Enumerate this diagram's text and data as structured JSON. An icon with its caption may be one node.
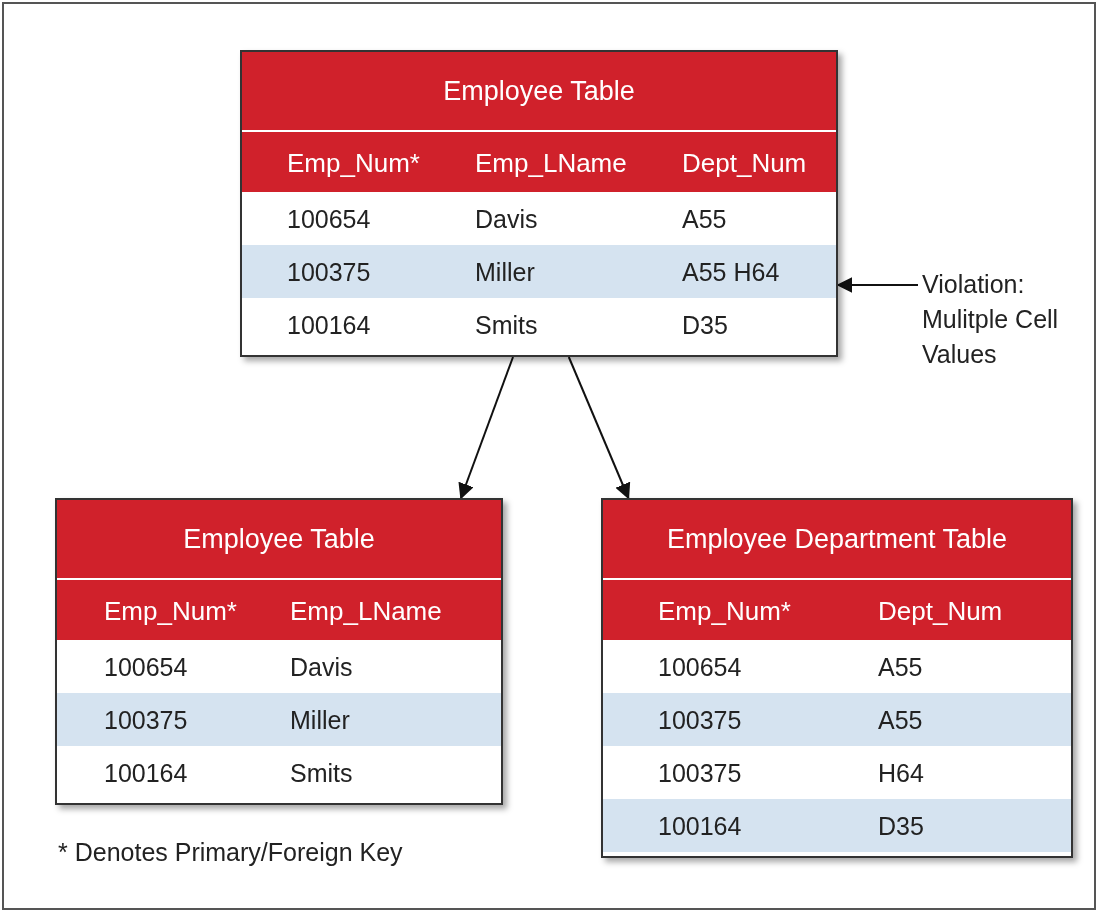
{
  "diagram": {
    "nodes": [
      {
        "text": [
          "Employee Table",
          "Emp_Num*",
          "Emp_LName",
          "Dept_Num",
          "100654",
          "Davis",
          "A55",
          "100375",
          "Miller",
          "A55 H64",
          "100164",
          "Smits",
          "D35"
        ]
      },
      {
        "text": [
          "Violation: Mulitple Cell Values"
        ]
      },
      {
        "text": [
          "Employee Table",
          "Emp_Num*",
          "Emp_LName",
          "100654",
          "Davis",
          "100375",
          "Miller",
          "100164",
          "Smits"
        ]
      },
      {
        "text": [
          "Employee Department Table",
          "Emp_Num*",
          "Dept_Num",
          "100654",
          "A55",
          "100375",
          "A55",
          "100375",
          "H64",
          "100164",
          "D35"
        ]
      }
    ],
    "edges": [
      {
        "from": 1,
        "to": 0,
        "arrow": "to"
      },
      {
        "from": 0,
        "to": 2,
        "arrow": "to"
      },
      {
        "from": 0,
        "to": 3,
        "arrow": "to"
      }
    ],
    "labels": [
      "* Denotes Primary/Foreign Key"
    ]
  }
}
